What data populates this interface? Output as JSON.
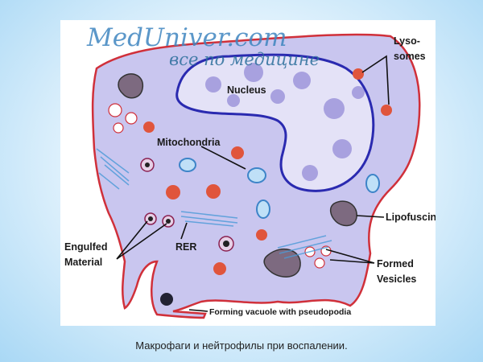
{
  "watermark": {
    "site": "MedUniver.com",
    "tagline": "все по медицине"
  },
  "labels": {
    "lysosomes_1": "Lyso-",
    "lysosomes_2": "somes",
    "nucleus": "Nucleus",
    "mitochondria": "Mitochondria",
    "lipofuscin": "Lipofuscin",
    "engulfed_1": "Engulfed",
    "engulfed_2": "Material",
    "rer": "RER",
    "vesicles_1": "Formed",
    "vesicles_2": "Vesicles",
    "vacuole": "Forming vacuole with pseudopodia"
  },
  "caption": "Макрофаги и нейтрофилы при воспалении.",
  "colors": {
    "membrane": "#d0303a",
    "cytoplasm": "#c9c6ef",
    "nucleus_border": "#2a2ab0",
    "lysosome": "#e0553c",
    "mitochondria": "#3d84c8"
  }
}
